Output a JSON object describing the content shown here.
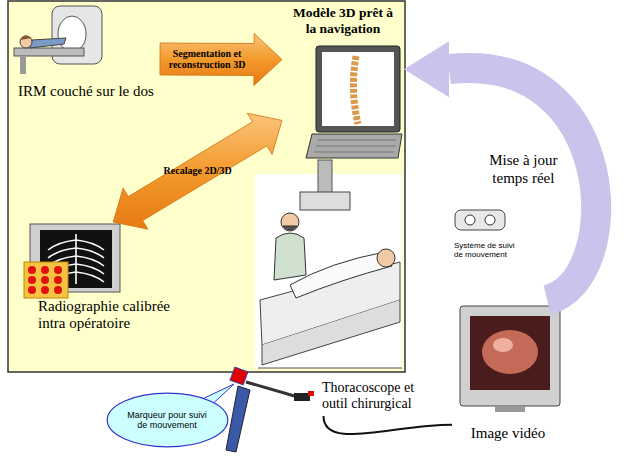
{
  "diagram": {
    "nodes": [
      {
        "text": [
          "IRM couché sur le dos"
        ]
      },
      {
        "text": [
          "Modèle 3D prêt à la navigation"
        ]
      },
      {
        "text": [
          "Radiographie calibrée intra opératoire"
        ]
      },
      {
        "text": [
          "Système de suivi de mouvement"
        ]
      },
      {
        "text": [
          "Marqueur pour suivi de mouvement"
        ]
      },
      {
        "text": [
          "Thoracoscope et outil chirurgical"
        ]
      },
      {
        "text": [
          "Image vidéo"
        ]
      }
    ],
    "edges": [
      {
        "from": 0,
        "to": 1,
        "label": "Segmentation et reconstruction 3D",
        "arrow": "to"
      },
      {
        "from": 2,
        "to": 1,
        "label": "Recalage 2D/3D",
        "arrow": "both"
      },
      {
        "from": 6,
        "to": 1,
        "label": "Mise à jour temps réel",
        "arrow": "to"
      },
      {
        "from": 5,
        "to": 6,
        "arrow": "none"
      }
    ]
  }
}
